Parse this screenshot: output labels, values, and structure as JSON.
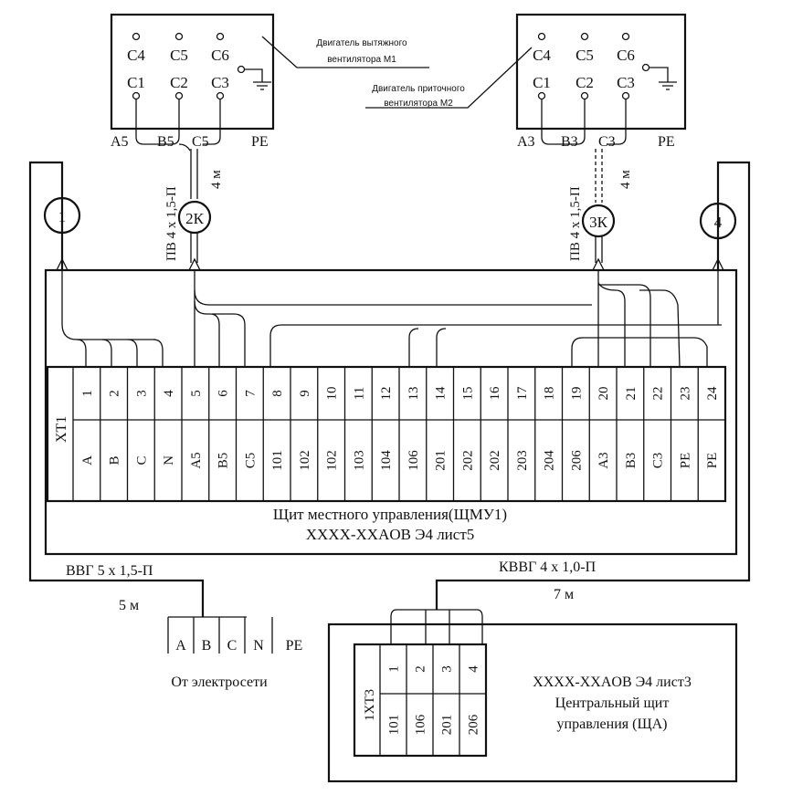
{
  "motors": [
    {
      "terminals_top": [
        "C4",
        "C5",
        "C6"
      ],
      "terminals_bottom": [
        "C1",
        "C2",
        "C3"
      ],
      "label": [
        "Двигатель вытяжного",
        "вентилятора М1"
      ],
      "wire_labels": [
        "A5",
        "B5",
        "C5",
        "PE"
      ]
    },
    {
      "terminals_top": [
        "C4",
        "C5",
        "C6"
      ],
      "terminals_bottom": [
        "C1",
        "C2",
        "C3"
      ],
      "label": [
        "Двигатель приточного",
        "вентилятора М2"
      ],
      "wire_labels": [
        "A3",
        "B3",
        "C3",
        "PE"
      ]
    }
  ],
  "cables": {
    "c1": "1",
    "c2k": "2К",
    "c3k": "3К",
    "c4": "4",
    "motor1_cable": "ПВ 4 х 1,5-П",
    "motor1_len": "4 м",
    "motor2_cable": "ПВ 4 х 1,5-П",
    "motor2_len": "4 м",
    "supply_cable": "ВВГ  5 х 1,5-П",
    "supply_len": "5 м",
    "control_cable": "КВВГ 4 х 1,0-П",
    "control_len": "7 м"
  },
  "panel": {
    "block_label": "XT1",
    "numbers": [
      "1",
      "2",
      "3",
      "4",
      "5",
      "6",
      "7",
      "8",
      "9",
      "10",
      "11",
      "12",
      "13",
      "14",
      "15",
      "16",
      "17",
      "18",
      "19",
      "20",
      "21",
      "22",
      "23",
      "24"
    ],
    "marks": [
      "A",
      "B",
      "C",
      "N",
      "A5",
      "B5",
      "C5",
      "101",
      "102",
      "102",
      "103",
      "104",
      "106",
      "201",
      "202",
      "202",
      "203",
      "204",
      "206",
      "A3",
      "B3",
      "C3",
      "PE",
      "PE"
    ],
    "title": "Щит местного управления(ЩМУ1)",
    "ref": "XXXX-XXAOB Э4 лист5"
  },
  "supply": {
    "terminals": [
      "A",
      "B",
      "C",
      "N",
      "PE"
    ],
    "caption": "От электросети"
  },
  "central": {
    "block_label": "1XT3",
    "numbers": [
      "1",
      "2",
      "3",
      "4"
    ],
    "marks": [
      "101",
      "106",
      "201",
      "206"
    ],
    "ref": "XXXX-XXAOB Э4 лист3",
    "title_lines": [
      "Центральный щит",
      "управления (ЩА)"
    ]
  }
}
